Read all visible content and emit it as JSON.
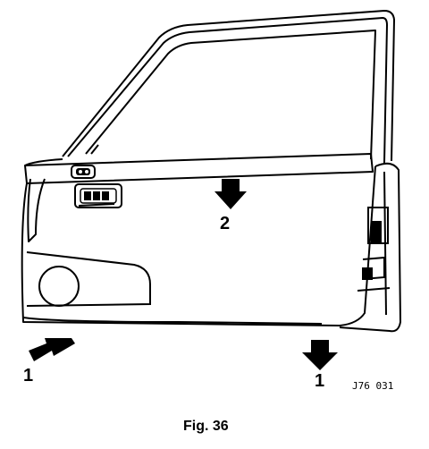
{
  "labels": {
    "arrow_2": "2",
    "arrow_1_left": "1",
    "arrow_1_right": "1",
    "drawing_code": "J76 031",
    "caption": "Fig. 36"
  }
}
